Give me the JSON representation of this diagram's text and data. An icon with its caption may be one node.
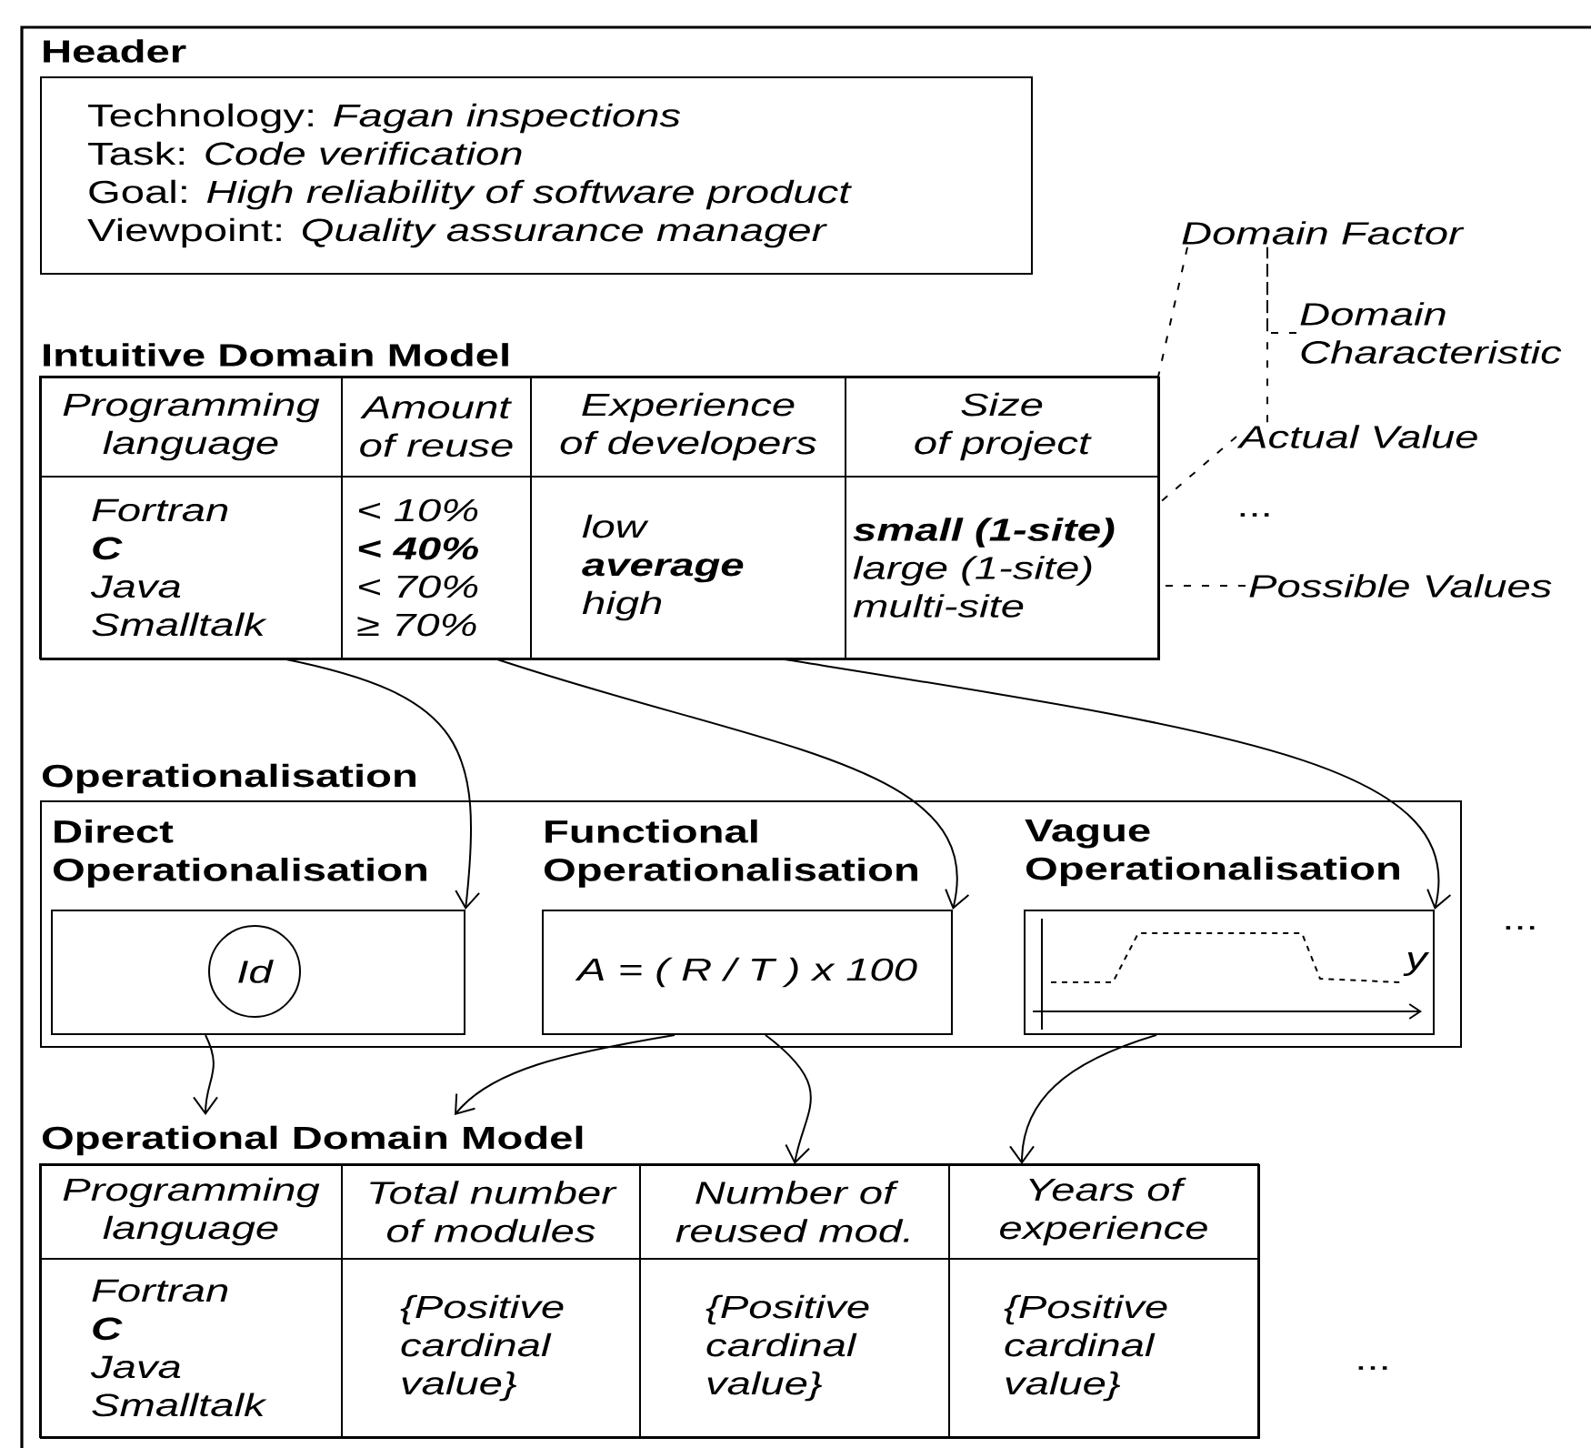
{
  "diagram": {
    "nodes": [
      {
        "text": [
          "Header",
          "Technology: *Fagan inspections*",
          "Task: *Code verification*",
          "Goal: *High reliability of software product*",
          "Viewpoint: *Quality assurance manager*"
        ]
      },
      {
        "text": [
          "Intuitive Domain Model"
        ]
      },
      {
        "text": [
          "Programming language",
          "Fortran",
          "**C**",
          "Java",
          "Smalltalk"
        ],
        "in": 1
      },
      {
        "text": [
          "Amount of reuse",
          "< 10%",
          "**< 40%**",
          "< 70%",
          "≥ 70%"
        ],
        "in": 1
      },
      {
        "text": [
          "Experience of developers",
          "low",
          "**average**",
          "high"
        ],
        "in": 1
      },
      {
        "text": [
          "Size of project",
          "**small (1-site)**",
          "large (1-site)",
          "multi-site"
        ],
        "in": 1
      },
      {
        "text": [
          "Domain Factor"
        ]
      },
      {
        "text": [
          "Domain Characteristic"
        ]
      },
      {
        "text": [
          "Actual Value"
        ]
      },
      {
        "text": [
          "Possible Values"
        ]
      },
      {
        "text": [
          "Operationalisation"
        ]
      },
      {
        "text": [
          "Direct Operationalisation"
        ],
        "in": 10
      },
      {
        "text": [
          "Id"
        ],
        "in": 11
      },
      {
        "text": [
          "Functional Operationalisation",
          "A = ( R / T ) x 100"
        ],
        "in": 10
      },
      {
        "text": [
          "Vague Operationalisation",
          "y"
        ],
        "in": 10
      },
      {
        "text": [
          "Operational Domain Model"
        ]
      },
      {
        "text": [
          "Programming language",
          "Fortran",
          "**C**",
          "Java",
          "Smalltalk"
        ],
        "in": 15
      },
      {
        "text": [
          "Total number of modules",
          "{Positive cardinal value}"
        ],
        "in": 15
      },
      {
        "text": [
          "Number of reused mod.",
          "{Positive cardinal value}"
        ],
        "in": 15
      },
      {
        "text": [
          "Years of experience",
          "{Positive cardinal value}"
        ],
        "in": 15
      }
    ],
    "edges": [
      {
        "from": 2,
        "to": 11,
        "arrow": "to"
      },
      {
        "from": 3,
        "to": 13,
        "arrow": "to"
      },
      {
        "from": 4,
        "to": 14,
        "arrow": "to"
      },
      {
        "from": 11,
        "to": 16,
        "arrow": "to"
      },
      {
        "from": 13,
        "to": 17,
        "arrow": "to"
      },
      {
        "from": 13,
        "to": 18,
        "arrow": "to"
      },
      {
        "from": 14,
        "to": 19,
        "arrow": "to"
      },
      {
        "from": 6,
        "to": 5,
        "arrow": "none",
        "style": "dashed"
      },
      {
        "from": 7,
        "to": 6,
        "arrow": "none",
        "style": "dashed"
      },
      {
        "from": 8,
        "to": 6,
        "arrow": "none",
        "style": "dashed"
      },
      {
        "from": 8,
        "to": 5,
        "arrow": "none",
        "style": "dashed"
      },
      {
        "from": 9,
        "to": 5,
        "arrow": "none",
        "style": "dashed"
      }
    ],
    "labels": [
      "...",
      "...",
      "..."
    ]
  }
}
